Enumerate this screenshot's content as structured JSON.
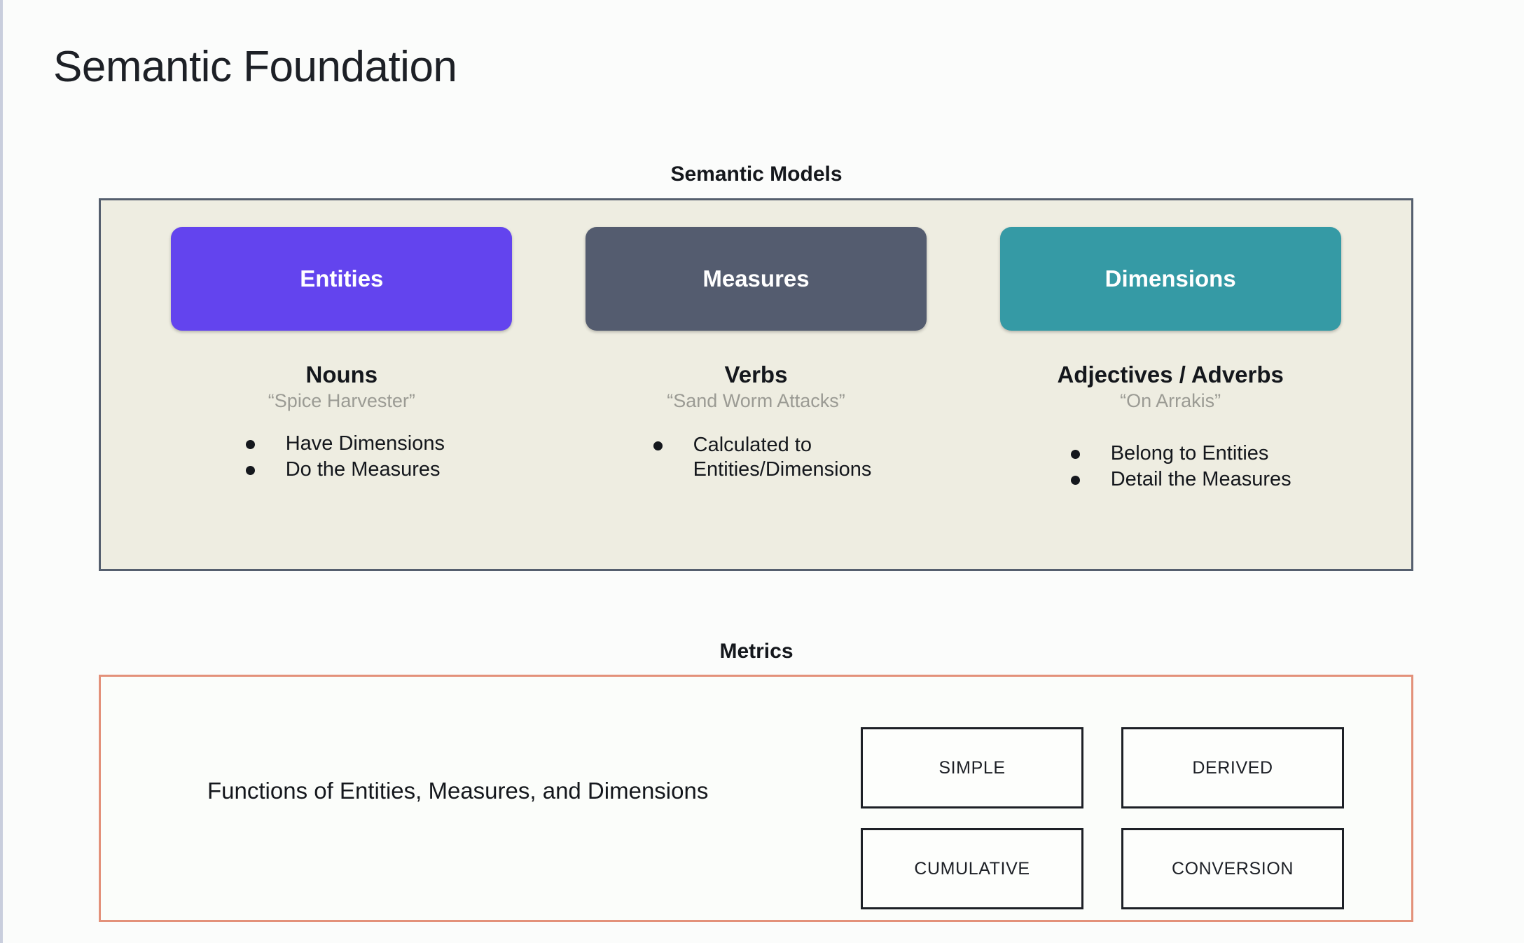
{
  "page": {
    "title": "Semantic Foundation",
    "background_color": "#fbfcfb"
  },
  "semantic_models": {
    "caption": "Semantic Models",
    "panel_background": "#eeede1",
    "panel_border_color": "#555f6e",
    "columns": [
      {
        "pill_label": "Entities",
        "pill_color": "#6344ee",
        "part_of_speech": "Nouns",
        "example": "“Spice Harvester”",
        "bullets": [
          "Have Dimensions",
          "Do the Measures"
        ]
      },
      {
        "pill_label": "Measures",
        "pill_color": "#545c6f",
        "part_of_speech": "Verbs",
        "example": "“Sand Worm Attacks”",
        "bullets": [
          "Calculated to\nEntities/Dimensions"
        ]
      },
      {
        "pill_label": "Dimensions",
        "pill_color": "#359aa5",
        "part_of_speech": "Adjectives / Adverbs",
        "example": "“On Arrakis”",
        "bullets": [
          "Belong to Entities",
          "Detail the Measures"
        ]
      }
    ]
  },
  "metrics": {
    "caption": "Metrics",
    "panel_border_color": "#e3917a",
    "description": "Functions of Entities, Measures, and Dimensions",
    "types": [
      "SIMPLE",
      "DERIVED",
      "CUMULATIVE",
      "CONVERSION"
    ]
  }
}
